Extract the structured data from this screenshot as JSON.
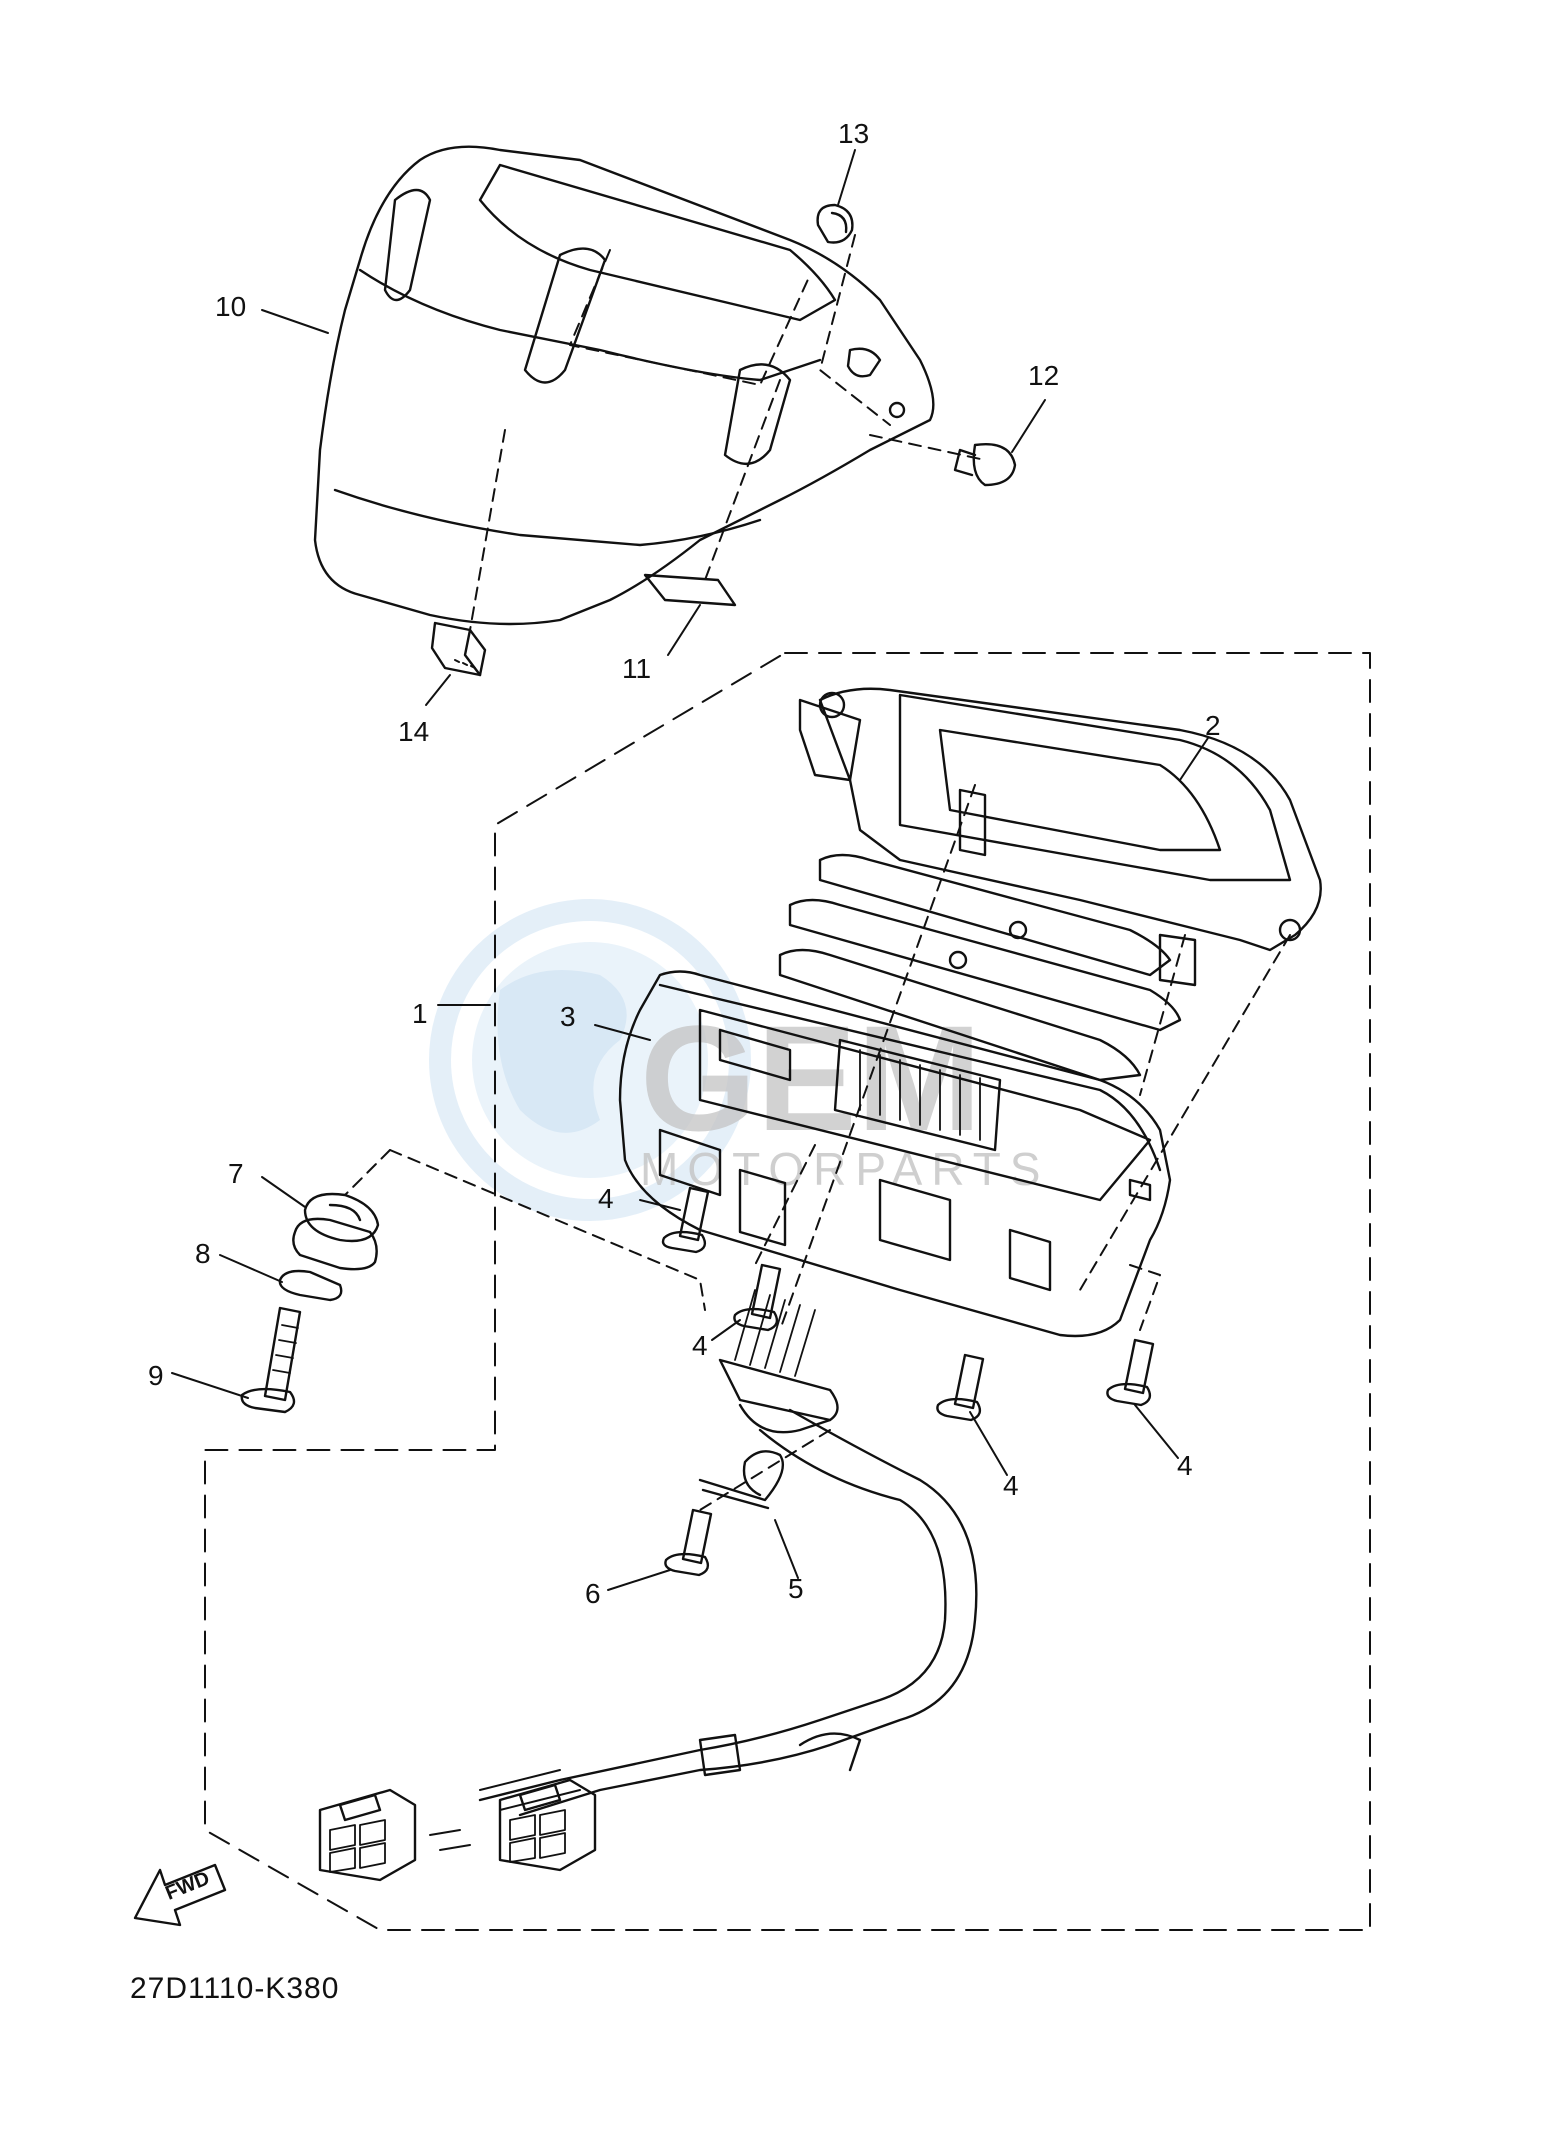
{
  "diagram": {
    "callouts": [
      {
        "id": "callout-1",
        "text": "1"
      },
      {
        "id": "callout-2",
        "text": "2"
      },
      {
        "id": "callout-3",
        "text": "3"
      },
      {
        "id": "callout-4a",
        "text": "4"
      },
      {
        "id": "callout-4b",
        "text": "4"
      },
      {
        "id": "callout-4c",
        "text": "4"
      },
      {
        "id": "callout-4d",
        "text": "4"
      },
      {
        "id": "callout-5",
        "text": "5"
      },
      {
        "id": "callout-6",
        "text": "6"
      },
      {
        "id": "callout-7",
        "text": "7"
      },
      {
        "id": "callout-8",
        "text": "8"
      },
      {
        "id": "callout-9",
        "text": "9"
      },
      {
        "id": "callout-10",
        "text": "10"
      },
      {
        "id": "callout-11",
        "text": "11"
      },
      {
        "id": "callout-12",
        "text": "12"
      },
      {
        "id": "callout-13",
        "text": "13"
      },
      {
        "id": "callout-14",
        "text": "14"
      }
    ],
    "fwd_label": "FWD",
    "diagram_code": "27D1110-K380",
    "watermark": {
      "brand": "GEM",
      "sub": "MOTORPARTS",
      "globe_color": "#cfe3f4",
      "brand_color": "#c4c4c4"
    }
  }
}
